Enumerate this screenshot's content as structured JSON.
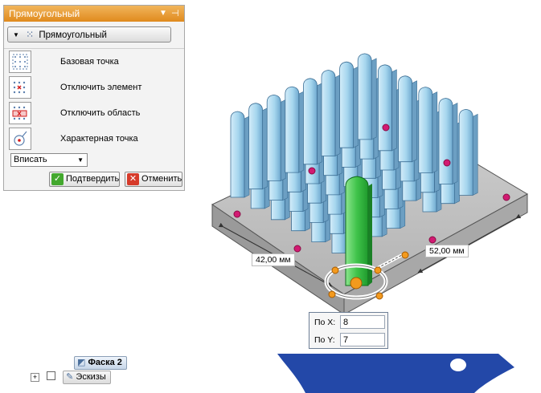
{
  "panel": {
    "title": "Прямоугольный",
    "header_icons": [
      "dropdown-arrow-icon",
      "pin-icon"
    ],
    "type_dropdown": {
      "label": "Прямоугольный",
      "icon": "pattern-icon"
    },
    "tools": [
      {
        "label": "Базовая точка",
        "icon": "base-point-icon"
      },
      {
        "label": "Отключить элемент",
        "icon": "disable-element-icon"
      },
      {
        "label": "Отключить область",
        "icon": "disable-area-icon"
      },
      {
        "label": "Характерная точка",
        "icon": "keypoint-icon"
      }
    ],
    "fit_select": "Вписать",
    "confirm_label": "Подтвердить",
    "cancel_label": "Отменить"
  },
  "dimensions": {
    "width": "42,00 мм",
    "depth": "52,00 мм"
  },
  "coords": {
    "x_label": "По X:",
    "x_value": "8",
    "y_label": "По Y:",
    "y_value": "7"
  },
  "tree": {
    "item1": "Фаска 2",
    "item2": "Эскизы"
  },
  "colors": {
    "header": "#e8a040",
    "fin": "#9fd3ec",
    "base": "#b9b9b9",
    "selected_fin": "#3cbf4a",
    "handle": "#f39a1e",
    "marker": "#d21a72"
  }
}
